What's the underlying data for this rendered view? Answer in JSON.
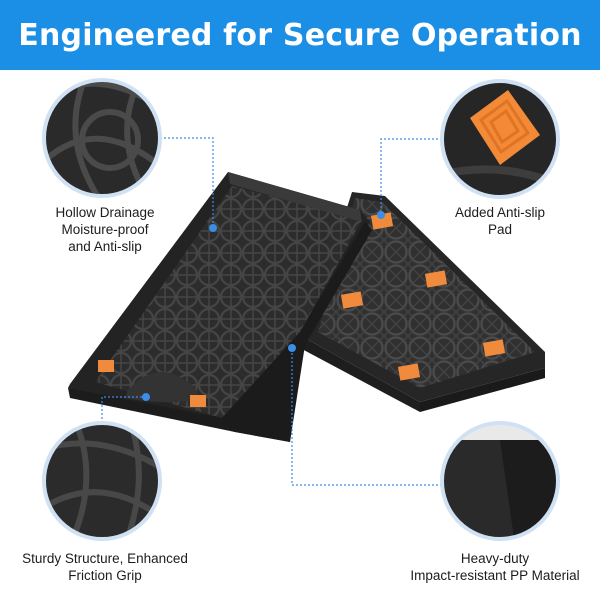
{
  "header": {
    "title": "Engineered for Secure Operation"
  },
  "colors": {
    "banner": "#1b8ee6",
    "callout": "#3a8ee6",
    "product": "#2a2a2a",
    "pad": "#f08a3c"
  },
  "callouts": [
    {
      "icon": "drainage-grid-closeup",
      "lines": [
        "Hollow Drainage",
        "Moisture-proof",
        "and Anti-slip"
      ]
    },
    {
      "icon": "anti-slip-pad-closeup",
      "lines": [
        "Added Anti-slip",
        "Pad"
      ]
    },
    {
      "icon": "sturdy-structure-closeup",
      "lines": [
        "Sturdy Structure, Enhanced",
        "Friction Grip"
      ]
    },
    {
      "icon": "pp-material-closeup",
      "lines": [
        "Heavy-duty",
        "Impact-resistant PP Material"
      ]
    }
  ]
}
